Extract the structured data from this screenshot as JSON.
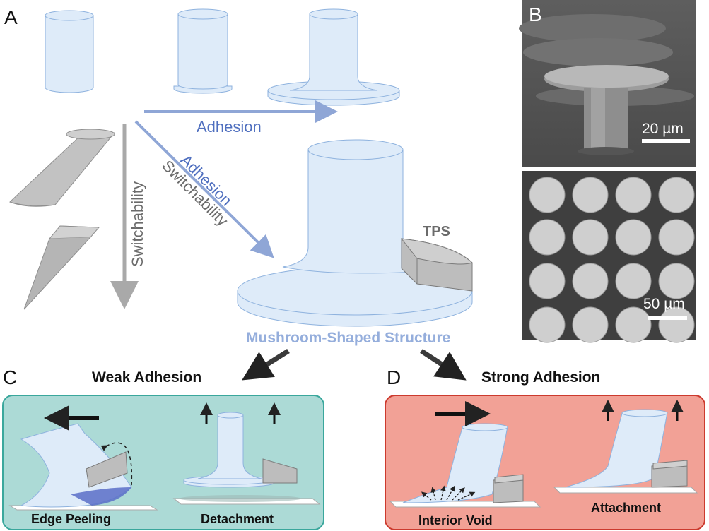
{
  "panels": {
    "a": "A",
    "b": "B",
    "c": "C",
    "d": "D"
  },
  "panel_a": {
    "arrow_adhesion_top": "Adhesion",
    "arrow_diag_adhesion": "Adhesion",
    "arrow_diag_switchability": "Switchability",
    "arrow_vertical_switchability": "Switchability",
    "tps_label": "TPS",
    "structure_label": "Mushroom-Shaped Structure"
  },
  "panel_b": {
    "scale_top": "20 µm",
    "scale_bottom": "50 µm"
  },
  "panel_c": {
    "title": "Weak Adhesion",
    "left_caption": "Edge Peeling",
    "right_caption": "Detachment"
  },
  "panel_d": {
    "title": "Strong Adhesion",
    "left_caption": "Interior Void",
    "right_caption": "Attachment"
  },
  "colors": {
    "pillar_fill": "#deebf9",
    "pillar_stroke": "#8eb2de",
    "arrow_blue": "#8fa6d6",
    "arrow_gray": "#a9a9a9",
    "text_blue": "#4f6fbf",
    "text_gray": "#6b6b6b",
    "structure_label": "#95aedc",
    "panel_c_bg": "#acdad6",
    "panel_c_border": "#3aa79c",
    "panel_d_bg": "#f2a196",
    "panel_d_border": "#cc3a2e",
    "tps_fill": "#bdbdbd"
  }
}
